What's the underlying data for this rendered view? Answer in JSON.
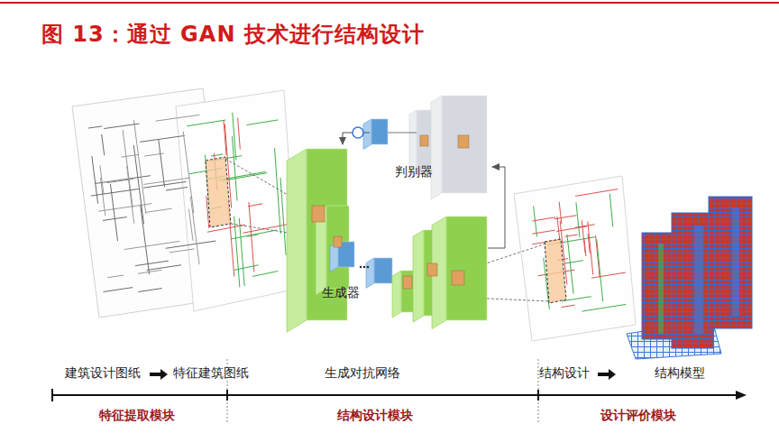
{
  "diagram": {
    "title": "图 13：通过 GAN 技术进行结构设计",
    "nodes": [
      {
        "text": [
          "判别器"
        ]
      },
      {
        "text": [
          "生成器"
        ]
      }
    ],
    "edges": [
      {
        "from": 1,
        "to": 0,
        "arrow": "to"
      },
      {
        "from": 0,
        "to": 1,
        "arrow": "to"
      }
    ],
    "labels": [
      "建筑设计图纸",
      "特征建筑图纸",
      "生成对抗网络",
      "结构设计",
      "结构模型",
      "特征提取模块",
      "结构设计模块",
      "设计评价模块"
    ]
  }
}
